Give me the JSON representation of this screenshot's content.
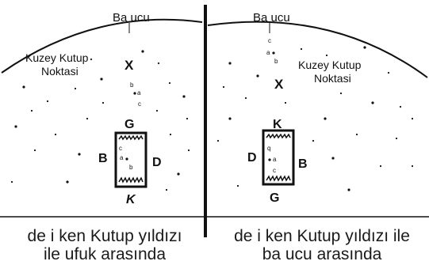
{
  "panels": [
    {
      "id": "left",
      "zenith_label": "Ba ucu",
      "pole_label_line1": "Kuzey Kutup",
      "pole_label_line2": "Noktasi",
      "pole_marker": "X",
      "star_labels": [
        "b",
        "a",
        "c"
      ],
      "box_top_letter": "G",
      "box_bottom_letter": "K",
      "box_left_letter": "B",
      "box_right_letter": "D",
      "box_star_labels": [
        "c",
        "a",
        "b"
      ],
      "caption_line1": "de i ken Kutup yıldızı",
      "caption_line2": "ile ufuk arasında"
    },
    {
      "id": "right",
      "zenith_label": "Ba ucu",
      "pole_label_line1": "Kuzey Kutup",
      "pole_label_line2": "Noktasi",
      "pole_marker": "X",
      "star_labels": [
        "c",
        "a",
        "b"
      ],
      "box_top_letter": "K",
      "box_bottom_letter": "G",
      "box_left_letter": "D",
      "box_right_letter": "B",
      "box_star_labels": [
        "q",
        "a",
        "c"
      ],
      "caption_line1": "de i ken Kutup yıldızı ile",
      "caption_line2": "ba ucu arasında"
    }
  ]
}
